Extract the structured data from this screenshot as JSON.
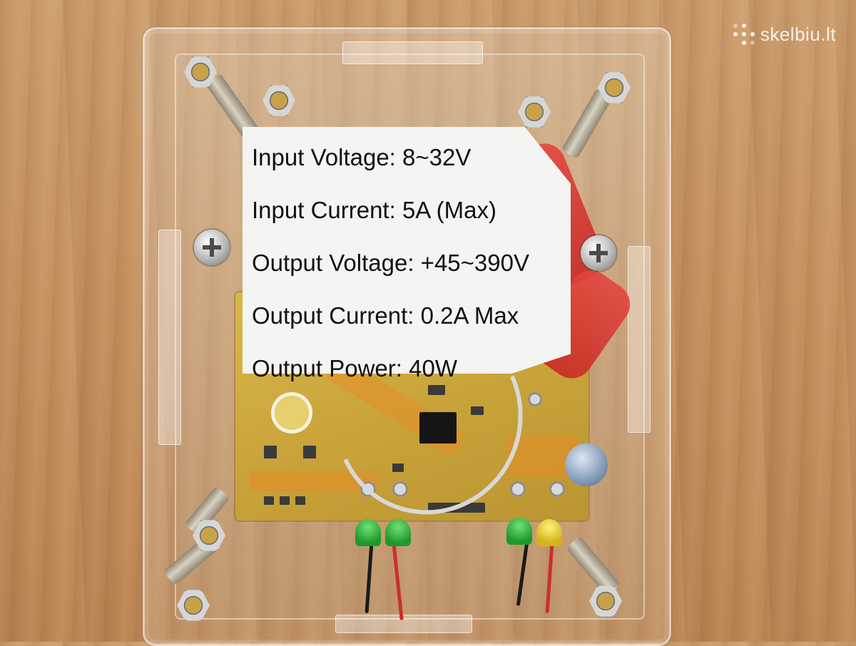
{
  "watermark": {
    "text": "skelbiu.lt",
    "logo_icon": "dot-grid-logo-icon"
  },
  "label": {
    "lines": [
      "Input Voltage: 8~32V",
      "Input Current: 5A (Max)",
      "Output Voltage: +45~390V",
      "Output Current: 0.2A Max",
      "Output Power: 40W"
    ]
  },
  "colors": {
    "wood": "#c48f5e",
    "pcb": "#c9a43a",
    "label_paper": "#f4f4f2",
    "red_tube": "#d6342e",
    "connector_green": "#1e9a2a",
    "connector_yellow": "#d4b318"
  }
}
